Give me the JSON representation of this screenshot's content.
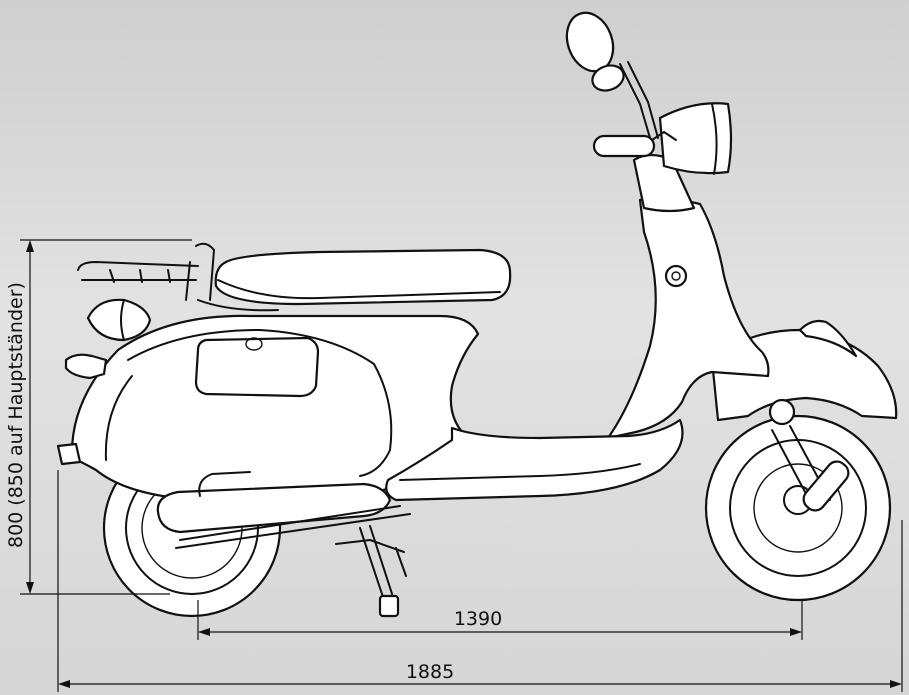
{
  "dimensions": {
    "height_label": "800 (850 auf Hauptständer)",
    "wheelbase_label": "1390",
    "length_label": "1885"
  }
}
